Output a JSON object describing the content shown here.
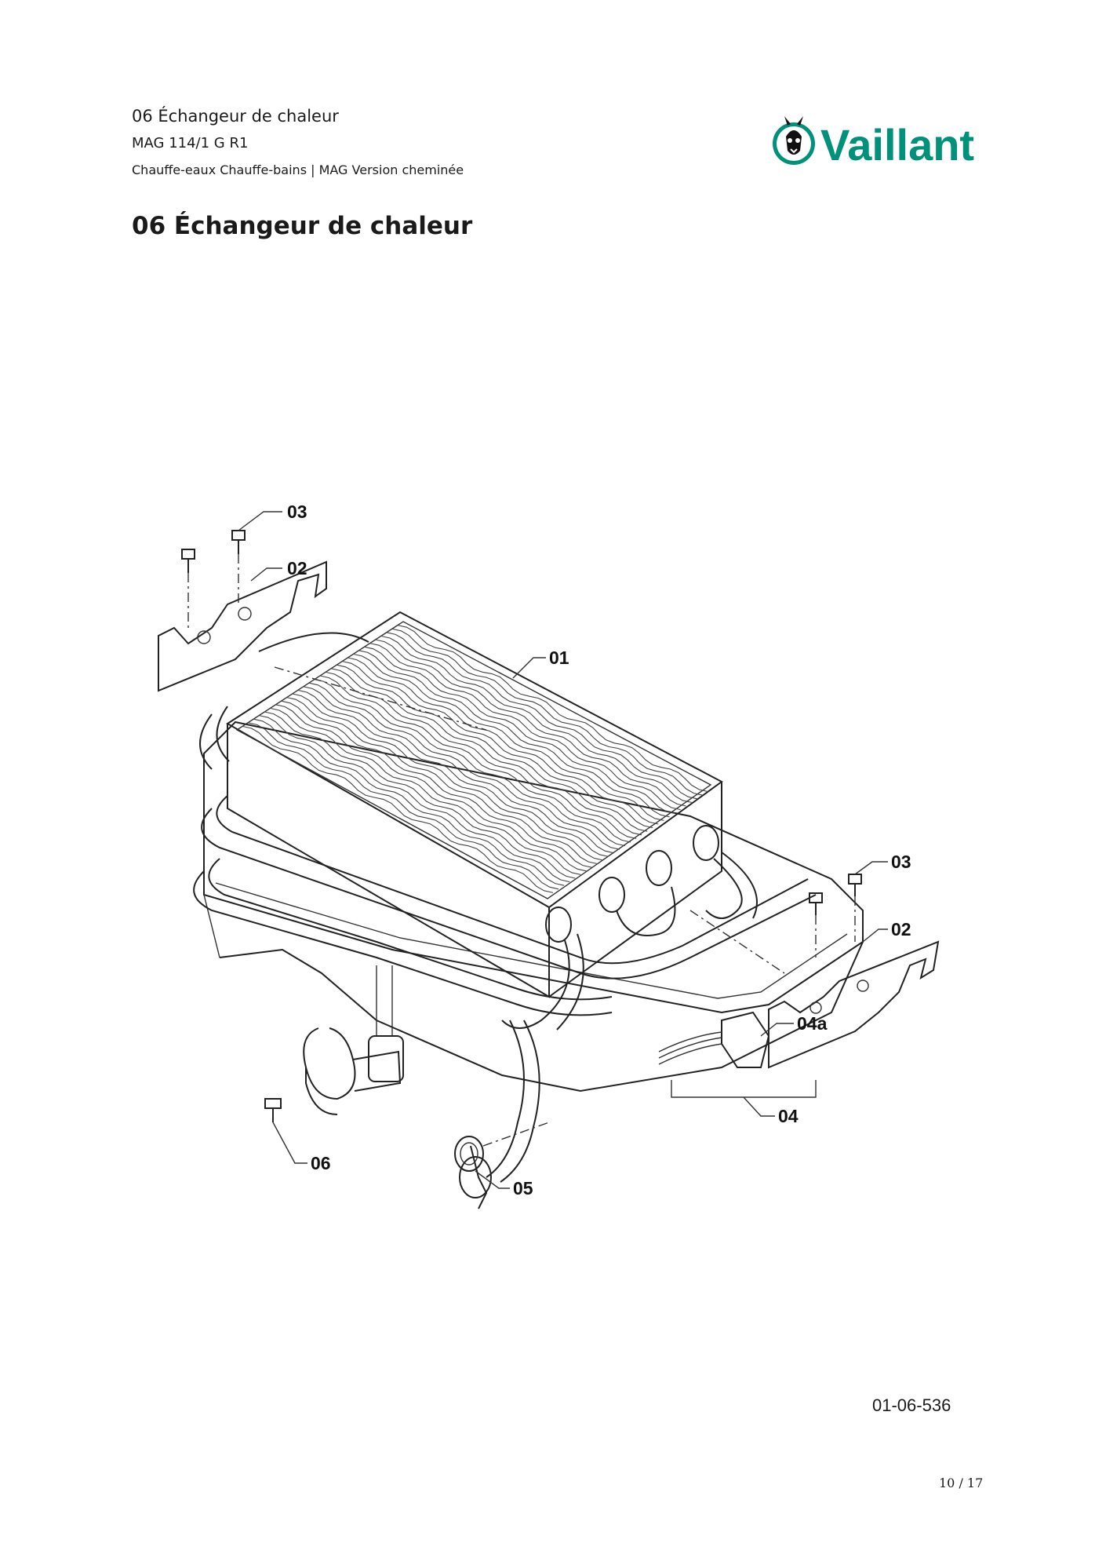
{
  "header": {
    "line1": "06 Échangeur de chaleur",
    "line2": "MAG 114/1 G R1",
    "line3": "Chauffe-eaux Chauffe-bains | MAG Version cheminée"
  },
  "brand": {
    "name": "Vaillant",
    "color": "#00917a"
  },
  "page_title": "06 Échangeur de chaleur",
  "diagram": {
    "callouts": [
      "03",
      "02",
      "01",
      "03",
      "02",
      "04a",
      "04",
      "05",
      "06"
    ]
  },
  "drawing_number": "01-06-536",
  "page_number": "10 / 17"
}
